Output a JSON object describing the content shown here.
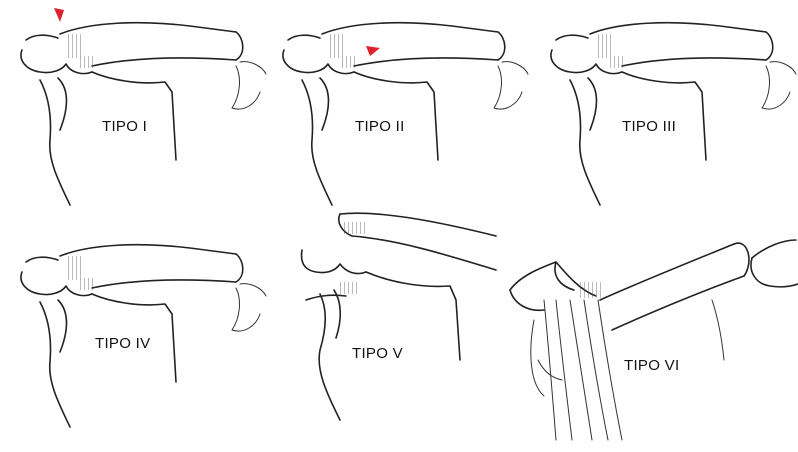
{
  "panels": [
    {
      "id": "tipo-1",
      "label": "TIPO I"
    },
    {
      "id": "tipo-2",
      "label": "TIPO II"
    },
    {
      "id": "tipo-3",
      "label": "TIPO III"
    },
    {
      "id": "tipo-4",
      "label": "TIPO IV"
    },
    {
      "id": "tipo-5",
      "label": "TIPO V"
    },
    {
      "id": "tipo-6",
      "label": "TIPO VI"
    }
  ],
  "colors": {
    "line": "#222222",
    "arrow": "#e0202a",
    "background": "#ffffff"
  },
  "markers": [
    {
      "panel": "tipo-1",
      "icon": "red-arrow-icon"
    },
    {
      "panel": "tipo-2",
      "icon": "red-arrow-icon"
    }
  ]
}
